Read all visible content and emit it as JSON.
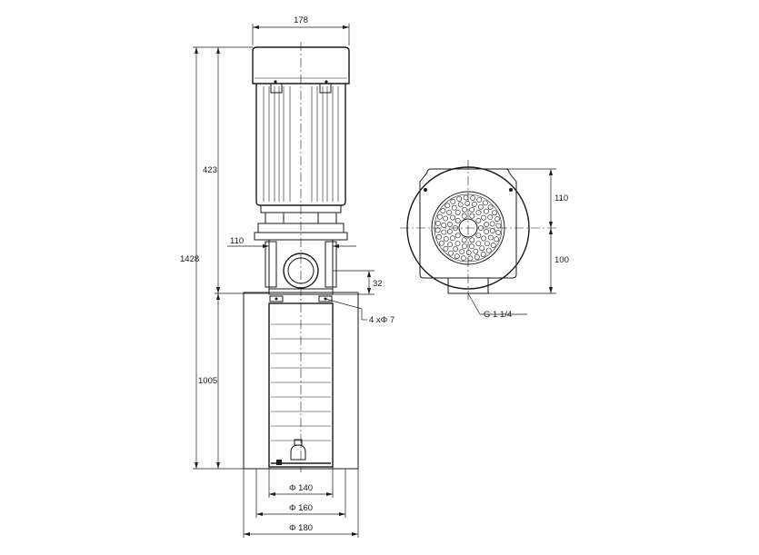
{
  "dimensions": {
    "motor_width": "178",
    "total_height": "1428",
    "motor_height": "423",
    "pump_height": "1005",
    "flange_offset": "110",
    "base_height": "32",
    "bolt_holes": "4 xΦ 7",
    "dia_140": "Φ 140",
    "dia_160": "Φ 160",
    "dia_180": "Φ 180",
    "top_view_upper": "110",
    "top_view_lower": "100",
    "outlet_thread": "G 1 1/4"
  }
}
